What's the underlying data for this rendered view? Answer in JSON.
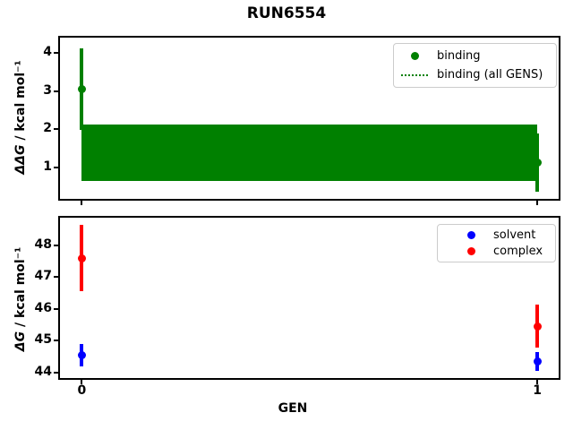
{
  "figure": {
    "title": "RUN6554",
    "background": "#ffffff"
  },
  "chart_data": [
    {
      "type": "scatter",
      "title": "",
      "xlabel": "",
      "ylabel": "ΔΔG / kcal mol⁻¹",
      "ylabel_math": "ΔΔG",
      "ylabel_units": " / kcal mol⁻¹",
      "xlim": [
        -0.048,
        1.047
      ],
      "ylim": [
        0.17,
        4.4
      ],
      "yticks": [
        1,
        2,
        3,
        4
      ],
      "xticks": [
        0,
        1
      ],
      "xticklabels": false,
      "grid": false,
      "legend_position": "upper right",
      "legend": [
        {
          "label": "binding",
          "glyph": "dot",
          "color": "#008000"
        },
        {
          "label": "binding (all GENS)",
          "glyph": "dotted-line",
          "color": "#008000"
        }
      ],
      "series": [
        {
          "name": "binding",
          "color": "#008000",
          "x": [
            0,
            1
          ],
          "y": [
            3.05,
            1.12
          ],
          "yerr": [
            1.06,
            0.76
          ]
        }
      ],
      "band": {
        "name": "binding-all-gens",
        "color": "#008000",
        "x": [
          0,
          1
        ],
        "ymin": 0.63,
        "ymax": 2.11
      }
    },
    {
      "type": "scatter",
      "title": "",
      "xlabel": "GEN",
      "ylabel": "ΔG / kcal mol⁻¹",
      "ylabel_math": "ΔG",
      "ylabel_units": " / kcal mol⁻¹",
      "xlim": [
        -0.048,
        1.047
      ],
      "ylim": [
        43.82,
        48.87
      ],
      "yticks": [
        44,
        45,
        46,
        47,
        48
      ],
      "xticks": [
        0,
        1
      ],
      "xticklabels": true,
      "grid": false,
      "legend_position": "upper right",
      "legend": [
        {
          "label": "solvent",
          "glyph": "dot",
          "color": "#0000ff"
        },
        {
          "label": "complex",
          "glyph": "dot",
          "color": "#ff0000"
        }
      ],
      "series": [
        {
          "name": "solvent",
          "color": "#0000ff",
          "x": [
            0,
            1
          ],
          "y": [
            44.55,
            44.35
          ],
          "yerr": [
            0.35,
            0.3
          ]
        },
        {
          "name": "complex",
          "color": "#ff0000",
          "x": [
            0,
            1
          ],
          "y": [
            47.6,
            45.45
          ],
          "yerr": [
            1.05,
            0.68
          ]
        }
      ]
    }
  ]
}
